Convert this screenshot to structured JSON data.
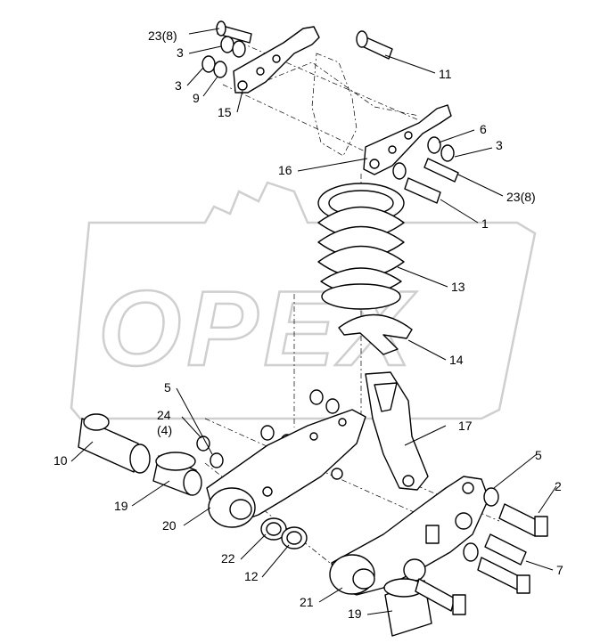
{
  "watermark": {
    "brand": "OPEX"
  },
  "callouts": {
    "c23_top": "23(8)",
    "c3_a": "3",
    "c3_b": "3",
    "c9": "9",
    "c15": "15",
    "c11": "11",
    "c6": "6",
    "c3_c": "3",
    "c16": "16",
    "c23_right": "23(8)",
    "c1": "1",
    "c13": "13",
    "c14": "14",
    "c5_a": "5",
    "c24": "24",
    "c24_qty": "(4)",
    "c10": "10",
    "c19_a": "19",
    "c17": "17",
    "c20": "20",
    "c22": "22",
    "c12": "12",
    "c5_b": "5",
    "c2": "2",
    "c7": "7",
    "c21": "21",
    "c19_b": "19"
  }
}
